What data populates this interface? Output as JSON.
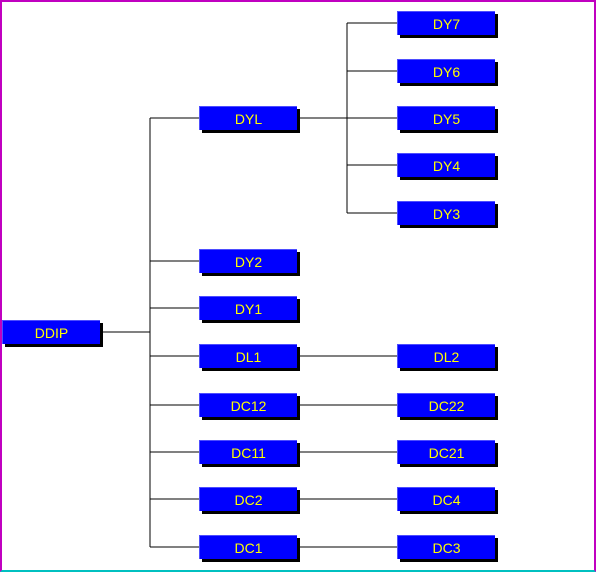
{
  "colors": {
    "node_fill": "#0000ff",
    "node_text": "#ffff00",
    "node_shadow": "#000000",
    "edge": "#000000",
    "border_magenta": "#c000c0",
    "border_cyan": "#00c0c0"
  },
  "nodes": {
    "ddip": "DDIP",
    "dyl": "DYL",
    "dy2": "DY2",
    "dy1": "DY1",
    "dl1": "DL1",
    "dc12": "DC12",
    "dc11": "DC11",
    "dc2": "DC2",
    "dc1": "DC1",
    "dy7": "DY7",
    "dy6": "DY6",
    "dy5": "DY5",
    "dy4": "DY4",
    "dy3": "DY3",
    "dl2": "DL2",
    "dc22": "DC22",
    "dc21": "DC21",
    "dc4": "DC4",
    "dc3": "DC3"
  },
  "edges": [
    [
      "ddip",
      "dyl"
    ],
    [
      "ddip",
      "dy2"
    ],
    [
      "ddip",
      "dy1"
    ],
    [
      "ddip",
      "dl1"
    ],
    [
      "ddip",
      "dc12"
    ],
    [
      "ddip",
      "dc11"
    ],
    [
      "ddip",
      "dc2"
    ],
    [
      "ddip",
      "dc1"
    ],
    [
      "dyl",
      "dy7"
    ],
    [
      "dyl",
      "dy6"
    ],
    [
      "dyl",
      "dy5"
    ],
    [
      "dyl",
      "dy4"
    ],
    [
      "dyl",
      "dy3"
    ],
    [
      "dl1",
      "dl2"
    ],
    [
      "dc12",
      "dc22"
    ],
    [
      "dc11",
      "dc21"
    ],
    [
      "dc2",
      "dc4"
    ],
    [
      "dc1",
      "dc3"
    ]
  ]
}
